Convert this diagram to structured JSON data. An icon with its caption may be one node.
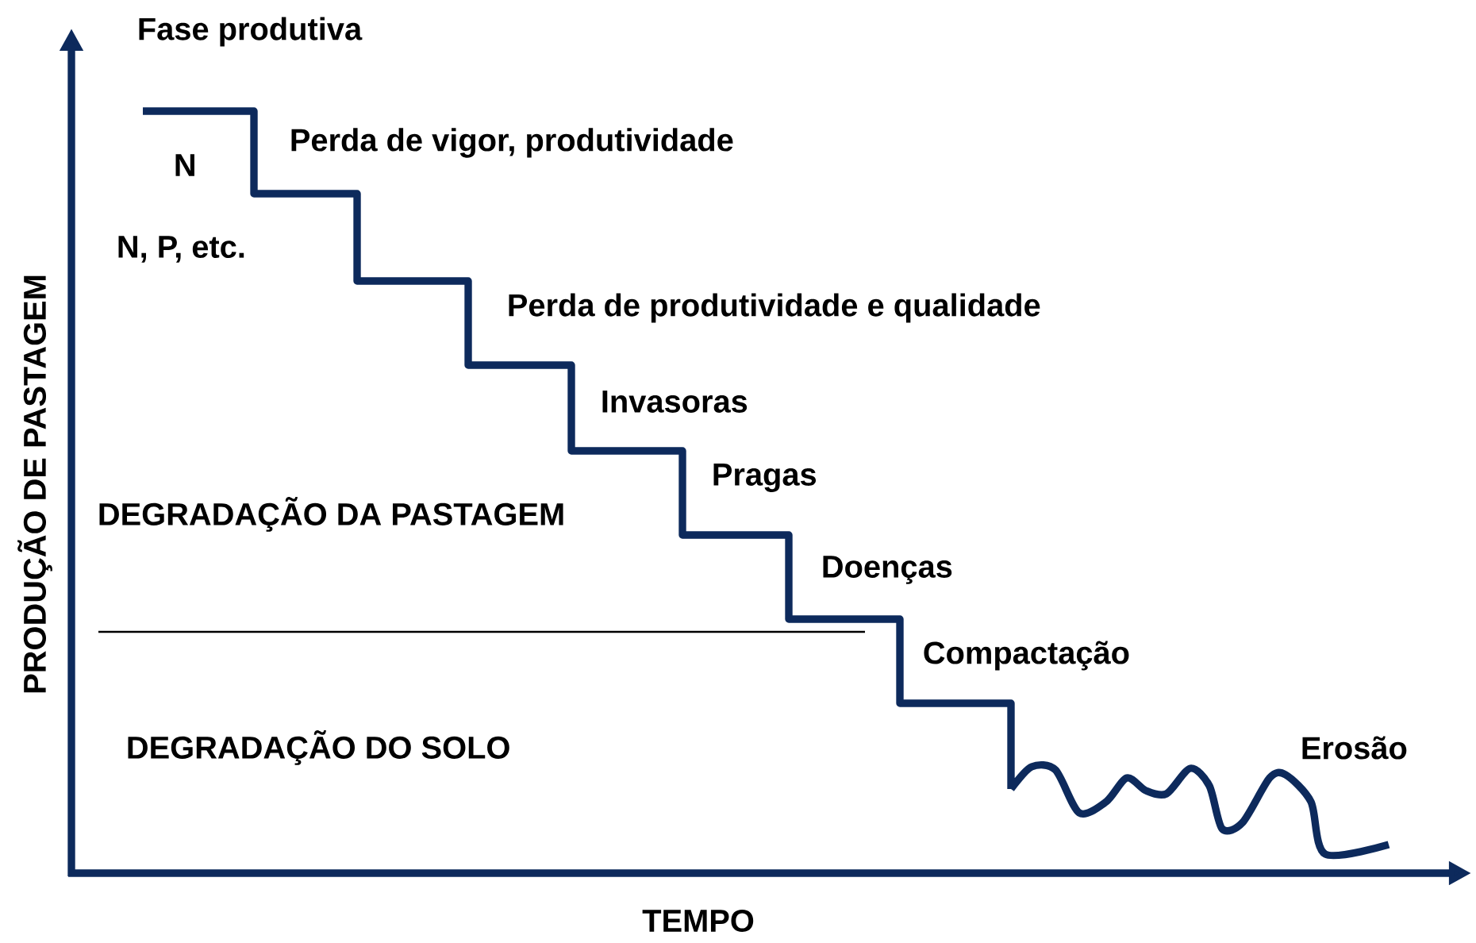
{
  "diagram": {
    "labels": [
      "Fase produtiva",
      "N",
      "Perda de vigor, produtividade",
      "N, P, etc.",
      "Perda de produtividade e qualidade",
      "Invasoras",
      "Pragas",
      "DEGRADAÇÃO DA PASTAGEM",
      "Doenças",
      "Compactação",
      "DEGRADAÇÃO DO SOLO",
      "Erosão",
      "PRODUÇÃO DE PASTAGEM",
      "TEMPO"
    ]
  }
}
